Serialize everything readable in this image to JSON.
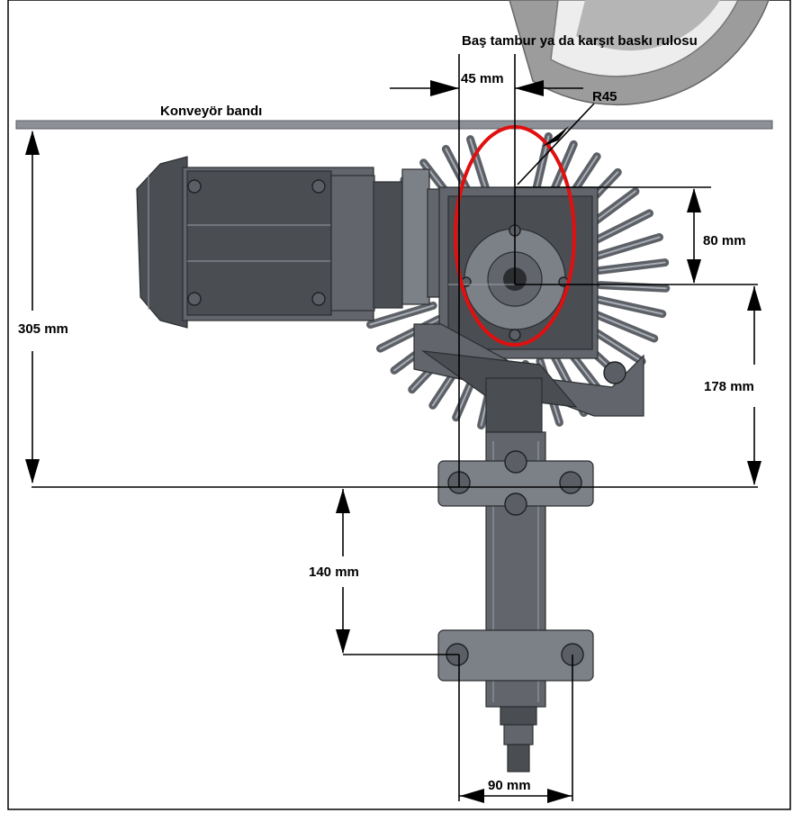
{
  "labels": {
    "drum": "Baş tambur ya da karşıt baskı rulosu",
    "belt": "Konveyör bandı",
    "radius": "R45"
  },
  "dimensions": {
    "offset_45": "45 mm",
    "height_80": "80 mm",
    "height_178": "178 mm",
    "height_305": "305 mm",
    "spacing_140": "140 mm",
    "width_90": "90 mm"
  },
  "colors": {
    "highlight": "#e01010",
    "drum_fill": "#b9b9b9",
    "belt": "#8d9097",
    "metal": "#5a5e64"
  }
}
